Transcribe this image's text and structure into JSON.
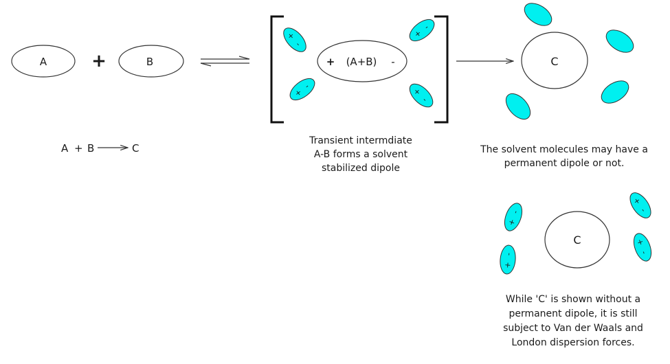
{
  "colors": {
    "solvent_fill": "#00f0f0",
    "stroke": "#333333",
    "text": "#1a1a1a"
  },
  "reaction": {
    "reactant_a": "A",
    "plus": "+",
    "reactant_b": "B",
    "intermediate_label": "(A+B)",
    "intermediate_plus": "+",
    "intermediate_minus": "-",
    "product_label": "C",
    "product_label_2": "C",
    "overall_equation": {
      "a": "A",
      "plus": "+",
      "b": "B",
      "c": "C"
    }
  },
  "dipole_signs": {
    "plus": "+",
    "minus": "-"
  },
  "captions": {
    "intermediate": [
      "Transient intermdiate",
      "A-B forms a solvent",
      "stabilized dipole"
    ],
    "solvent": [
      "The solvent molecules may have a",
      "permanent dipole or not."
    ],
    "product": [
      "While 'C' is shown without a",
      "permanent dipole, it is still",
      "subject to Van der Waals and",
      "London dispersion forces."
    ]
  }
}
